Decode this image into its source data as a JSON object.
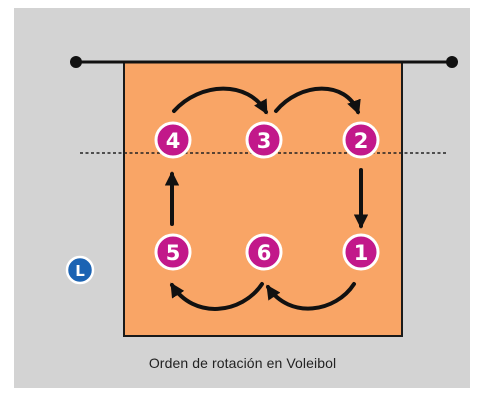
{
  "caption": "Orden de rotación en Voleibol",
  "libero_label": "L",
  "players": [
    {
      "id": "player-4",
      "label": "4"
    },
    {
      "id": "player-3",
      "label": "3"
    },
    {
      "id": "player-2",
      "label": "2"
    },
    {
      "id": "player-5",
      "label": "5"
    },
    {
      "id": "player-6",
      "label": "6"
    },
    {
      "id": "player-1",
      "label": "1"
    }
  ],
  "colors": {
    "frame": "#d3d3d3",
    "court": "#f9a566",
    "player_fill": "#c2188a",
    "player_ring": "#ffffff",
    "libero": "#1b63b3",
    "ink": "#111111"
  }
}
